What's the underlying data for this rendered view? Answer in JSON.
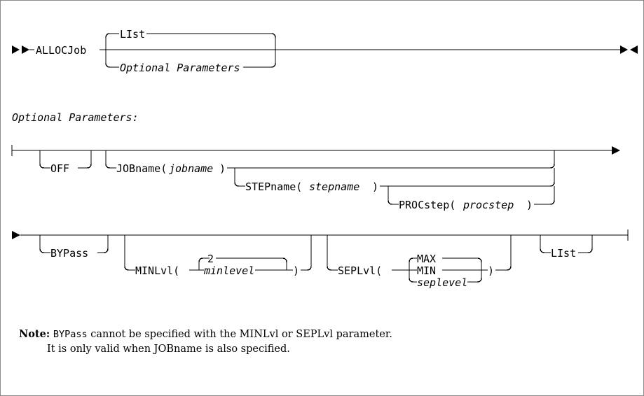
{
  "diagram": {
    "type": "railroad-syntax-diagram",
    "title": "ALLOCJob command syntax",
    "sections": [
      {
        "name": "main-syntax",
        "start_marker": "►►",
        "end_marker": "►◄",
        "command": "ALLOCJob",
        "alternatives": [
          {
            "label": "LIst",
            "style": "plain",
            "position": "above",
            "default": true
          },
          {
            "label": "Optional Parameters",
            "style": "italic",
            "position": "below",
            "default": false
          }
        ]
      },
      {
        "name": "optional-parameters-row-1",
        "heading": "Optional Parameters:",
        "start_marker": "tick",
        "end_marker": "►",
        "items": [
          {
            "label": "OFF",
            "style": "plain",
            "position": "below"
          },
          {
            "label": "JOBname(",
            "arg": "jobname",
            "close": ")",
            "style": "plain",
            "position": "below"
          },
          {
            "label": "STEPname(",
            "arg": "stepname",
            "close": ")",
            "style": "plain",
            "position": "below"
          },
          {
            "label": "PROCstep(",
            "arg": "procstep",
            "close": ")",
            "style": "plain",
            "position": "below"
          }
        ]
      },
      {
        "name": "optional-parameters-row-2",
        "start_marker": "►",
        "end_marker": "tick",
        "items": [
          {
            "label": "BYPass",
            "style": "plain",
            "position": "below"
          },
          {
            "label": "MINLvl(",
            "close": ")",
            "choices": [
              {
                "label": "2",
                "style": "plain",
                "position": "above",
                "default": true
              },
              {
                "label": "minlevel",
                "style": "italic",
                "position": "on-line",
                "default": false
              }
            ]
          },
          {
            "label": "SEPLvl(",
            "close": ")",
            "choices": [
              {
                "label": "MAX",
                "style": "plain",
                "position": "above",
                "default": true
              },
              {
                "label": "MIN",
                "style": "plain",
                "position": "on-line",
                "default": false
              },
              {
                "label": "seplevel",
                "style": "italic",
                "position": "below",
                "default": false
              }
            ]
          },
          {
            "label": "LIst",
            "style": "plain",
            "position": "below"
          }
        ]
      }
    ],
    "labels": {
      "allocjob": "ALLOCJob",
      "list_top": "LIst",
      "optional_parameters_branch": "Optional Parameters",
      "optional_parameters_heading": "Optional Parameters:",
      "off": "OFF",
      "jobname_open": "JOBname(",
      "jobname_arg": "jobname",
      "jobname_close": ")",
      "stepname_open": "STEPname(",
      "stepname_arg": "stepname",
      "stepname_close": ")",
      "procstep_open": "PROCstep(",
      "procstep_arg": "procstep",
      "procstep_close": ")",
      "bypass": "BYPass",
      "minlvl_open": "MINLvl(",
      "minlvl_default": "2",
      "minlvl_arg": "minlevel",
      "minlvl_close": ")",
      "seplvl_open": "SEPLvl(",
      "seplvl_max": "MAX",
      "seplvl_min": "MIN",
      "seplvl_arg": "seplevel",
      "seplvl_close": ")",
      "list_bottom": "LIst"
    }
  },
  "note": {
    "label": "Note:",
    "line1_mono": "BYPass",
    "line1_rest": "  cannot be specified with the MINLvl or SEPLvl parameter.",
    "line2": "It is only valid when JOBname is also specified."
  },
  "colors": {
    "line": "#000000",
    "text": "#000000",
    "background": "#ffffff",
    "border": "#8a8a8a"
  }
}
